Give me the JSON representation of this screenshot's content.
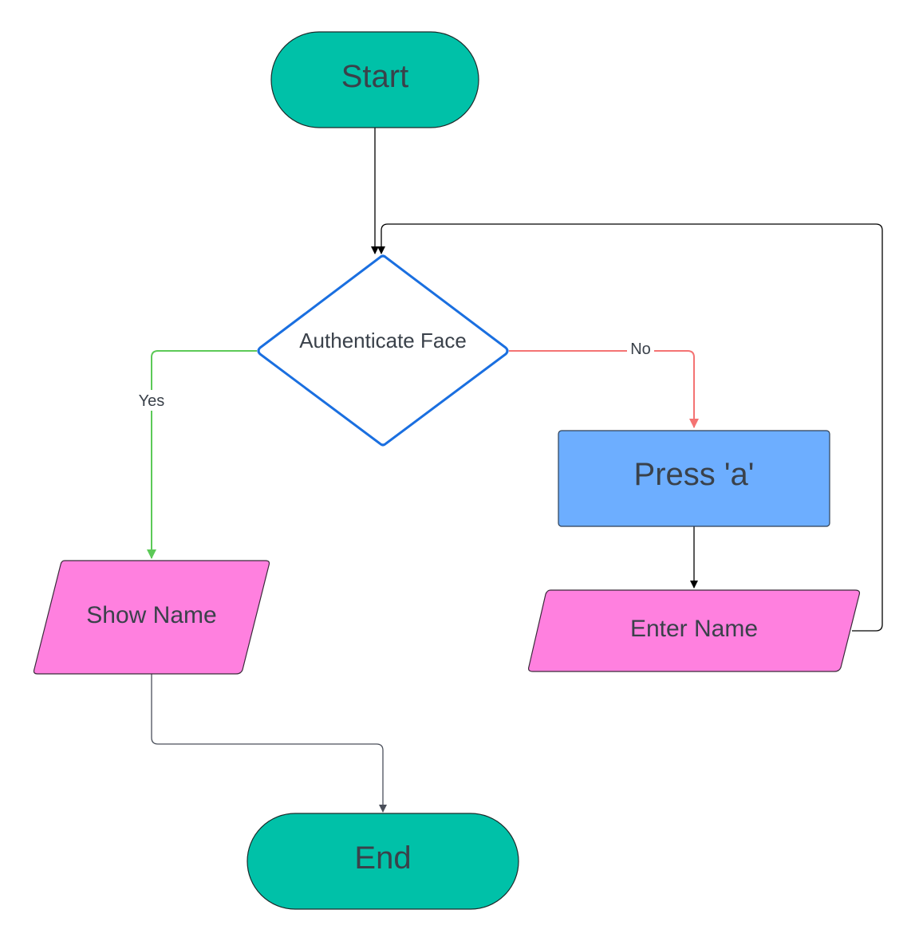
{
  "nodes": {
    "start": {
      "label": "Start",
      "shape": "terminator",
      "fill": "#00c1a8"
    },
    "decision": {
      "label": "Authenticate Face",
      "shape": "diamond",
      "fill": "#ffffff",
      "stroke": "#1a6fe0"
    },
    "press": {
      "label": "Press 'a'",
      "shape": "process",
      "fill": "#6daeff"
    },
    "show_name": {
      "label": "Show Name",
      "shape": "data",
      "fill": "#ff80df"
    },
    "enter_name": {
      "label": "Enter Name",
      "shape": "data",
      "fill": "#ff80df"
    },
    "end": {
      "label": "End",
      "shape": "terminator",
      "fill": "#00c1a8"
    }
  },
  "edges": {
    "start_to_decision": {
      "from": "start",
      "to": "decision",
      "label": "",
      "color": "#000000"
    },
    "decision_yes": {
      "from": "decision",
      "to": "show_name",
      "label": "Yes",
      "color": "#5cc957"
    },
    "decision_no": {
      "from": "decision",
      "to": "press",
      "label": "No",
      "color": "#f47373"
    },
    "press_to_enter": {
      "from": "press",
      "to": "enter_name",
      "label": "",
      "color": "#000000"
    },
    "enter_loop": {
      "from": "enter_name",
      "to": "decision",
      "label": "",
      "color": "#000000"
    },
    "show_to_end": {
      "from": "show_name",
      "to": "end",
      "label": "",
      "color": "#4a4f5a"
    }
  }
}
